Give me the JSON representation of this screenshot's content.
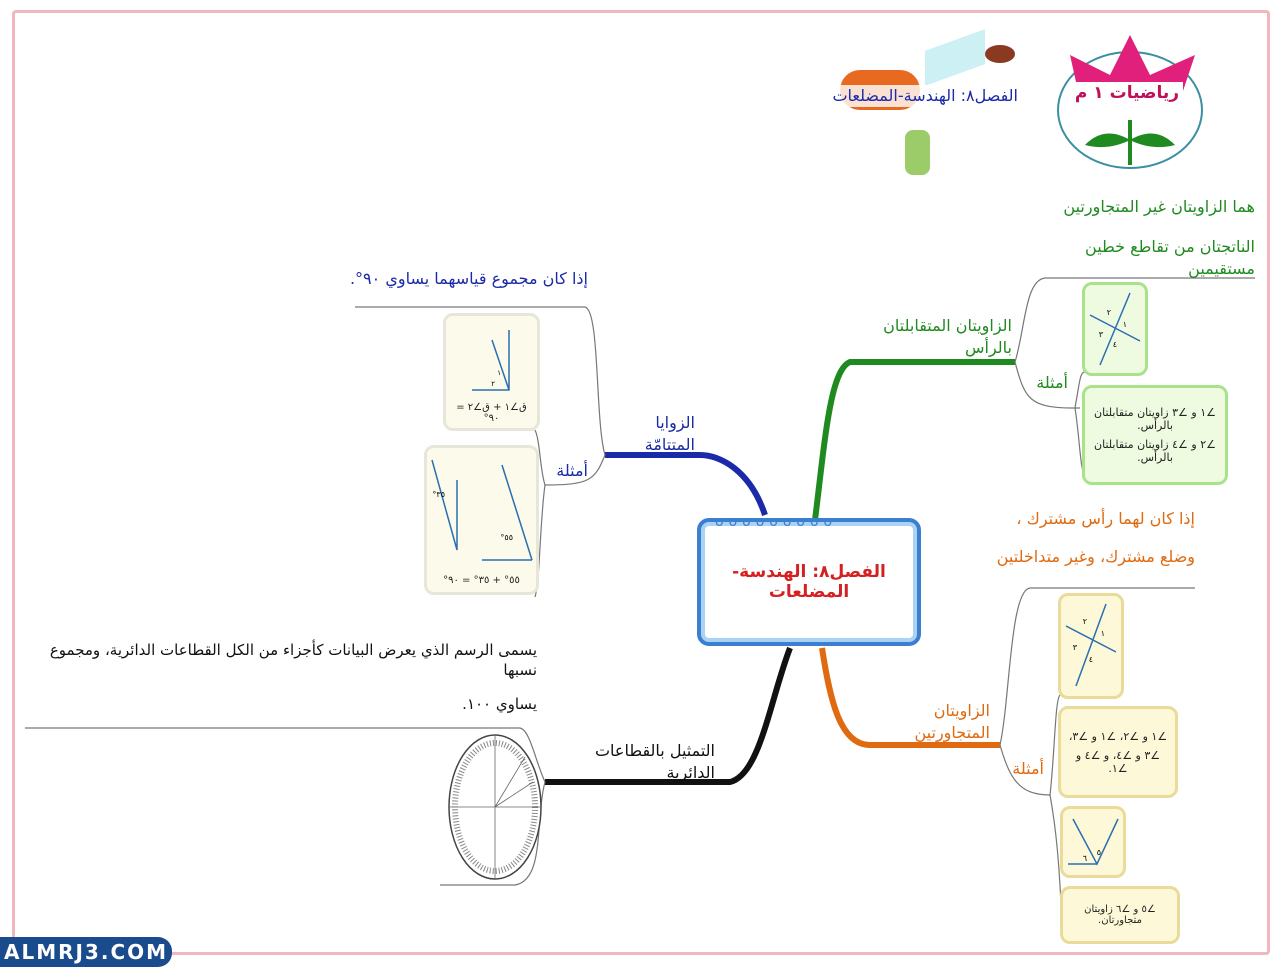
{
  "header": {
    "logo_text": "رياضيات ١ م",
    "title": "الفصل٨: الهندسة-المضلعات"
  },
  "center": {
    "title": "الفصل٨: الهندسة-المضلعات"
  },
  "vertical_angles": {
    "title": "الزاويتان المتقابلتان بالرأس",
    "definition": [
      "هما الزاويتان غير المتجاورتين",
      "الناتجتان من تقاطع خطين مستقيمين"
    ],
    "examples_label": "أمثلة",
    "figure_labels": [
      "١",
      "٢",
      "٣",
      "٤"
    ],
    "examples": [
      "∠١ و ∠٣ زاويتان متقابلتان بالرأس.",
      "∠٢ و ∠٤ زاويتان متقابلتان بالرأس."
    ]
  },
  "adjacent_angles": {
    "title": "الزاويتان المتجاورتين",
    "definition": [
      "إذا كان لهما رأس مشترك ،",
      "وضلع مشترك، وغير متداخلتين"
    ],
    "examples_label": "أمثلة",
    "figure_labels": [
      "١",
      "٢",
      "٣",
      "٤"
    ],
    "examples": [
      "∠١ و ∠٢، ∠١ و ∠٣،",
      "∠٣ و ∠٤، و ∠٤ و ∠١."
    ],
    "figure2_labels": [
      "٥",
      "٦"
    ],
    "example2": "∠٥ و ∠٦ زاويتان متجاورتان."
  },
  "complementary": {
    "title": "الزوايا المتتامّة",
    "definition": "إذا كان مجموع قياسهما يساوي ٩٠°.",
    "examples_label": "أمثلة",
    "figure1_labels": [
      "١",
      "٢"
    ],
    "example1": "ق∠١ + ق∠٢ = ٩٠°",
    "figure2_labels": [
      "٣٥°",
      "٥٥°"
    ],
    "example2": "٥٥° + ٣٥° = ٩٠°"
  },
  "pie": {
    "title": "التمثيل بالقطاعات الدائرية",
    "definition": [
      "يسمى الرسم الذي يعرض البيانات كأجزاء من الكل القطاعات الدائرية، ومجموع نسبها",
      "يساوي ١٠٠."
    ]
  },
  "watermark": "ALMRJ3.COM",
  "colors": {
    "vertical": "#1f8a1f",
    "adjacent": "#e06a10",
    "complementary": "#1a2aa8",
    "pie": "#111111",
    "center_border": "#3a7fd0",
    "center_text": "#d42020"
  }
}
